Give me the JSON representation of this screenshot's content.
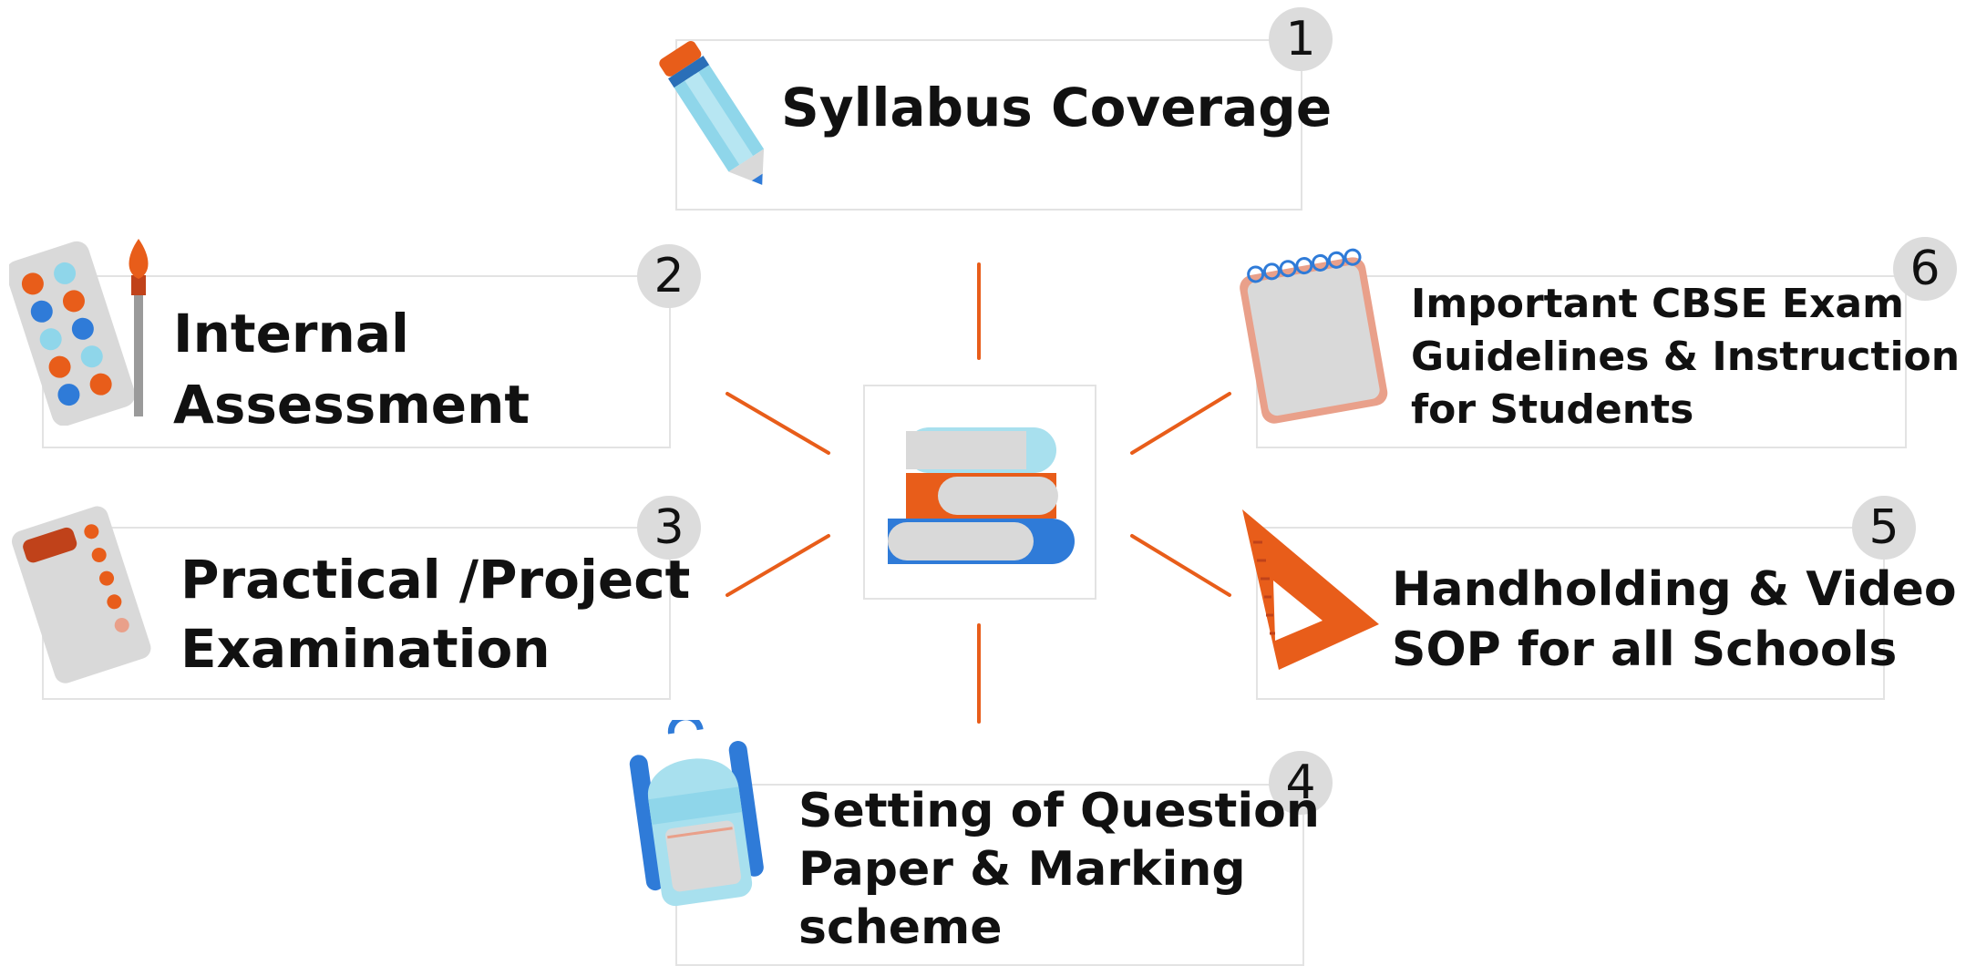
{
  "colors": {
    "accent": "#e85d1a",
    "border": "#e3e3e3",
    "badge": "#dcdcdc",
    "blue": "#2f7bd8",
    "light_blue": "#9fdaea"
  },
  "center_icon": "book-stack-icon",
  "items": [
    {
      "number": "1",
      "lines": [
        "Syllabus Coverage"
      ],
      "icon": "pencil-icon"
    },
    {
      "number": "2",
      "lines": [
        "Internal",
        "Assessment"
      ],
      "icon": "paint-palette-icon"
    },
    {
      "number": "3",
      "lines": [
        "Practical /Project",
        "Examination"
      ],
      "icon": "calculator-icon"
    },
    {
      "number": "4",
      "lines": [
        "Setting of Question",
        "Paper & Marking",
        "scheme"
      ],
      "icon": "backpack-icon"
    },
    {
      "number": "5",
      "lines": [
        "Handholding & Video",
        "SOP for all Schools"
      ],
      "icon": "set-square-icon"
    },
    {
      "number": "6",
      "lines": [
        "Important CBSE Exam",
        "Guidelines & Instruction",
        "for Students"
      ],
      "icon": "notepad-icon"
    }
  ]
}
